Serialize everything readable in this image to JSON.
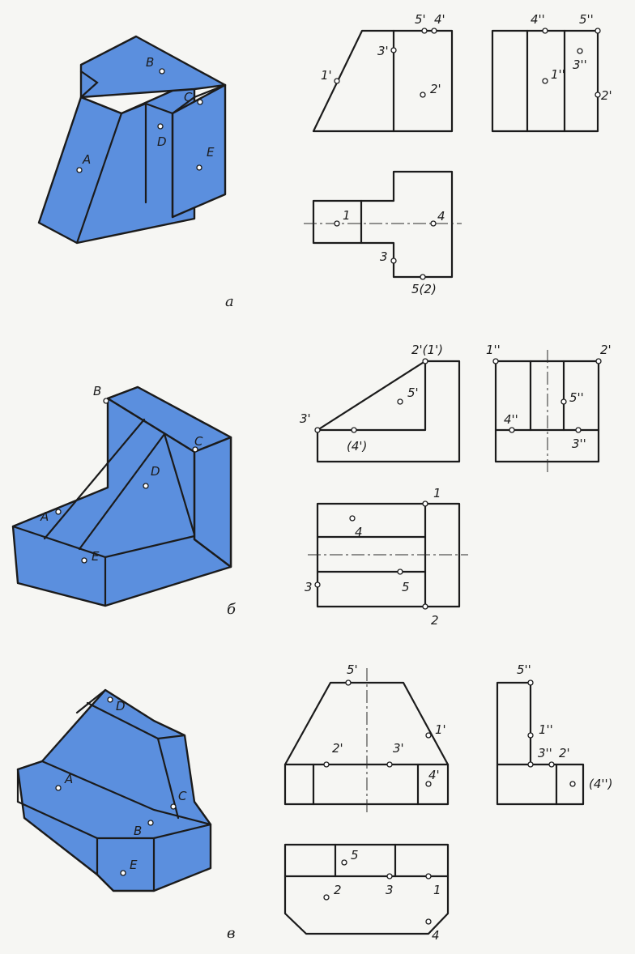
{
  "panels": [
    {
      "caption": "а",
      "solid_faces": [
        "A",
        "B",
        "C",
        "D",
        "E"
      ],
      "front_view_points": [
        "5'",
        "4'",
        "3'",
        "1'",
        "2'"
      ],
      "side_view_points": [
        "4''",
        "5''",
        "1''",
        "3''",
        "2'"
      ],
      "top_view_points": [
        "1",
        "4",
        "3",
        "5(2)"
      ]
    },
    {
      "caption": "б",
      "solid_faces": [
        "B",
        "C",
        "D",
        "A",
        "E"
      ],
      "front_view_points": [
        "2'(1')",
        "5'",
        "3'",
        "(4')"
      ],
      "side_view_points": [
        "1''",
        "2'",
        "5''",
        "4''",
        "3''"
      ],
      "top_view_points": [
        "1",
        "4",
        "3",
        "5",
        "2"
      ]
    },
    {
      "caption": "в",
      "solid_faces": [
        "D",
        "A",
        "C",
        "B",
        "E"
      ],
      "front_view_points": [
        "5'",
        "1'",
        "2'",
        "3'",
        "4'"
      ],
      "side_view_points": [
        "5''",
        "1''",
        "3''",
        "2'",
        "(4'')"
      ],
      "top_view_points": [
        "5",
        "2",
        "3",
        "1",
        "4"
      ]
    }
  ]
}
